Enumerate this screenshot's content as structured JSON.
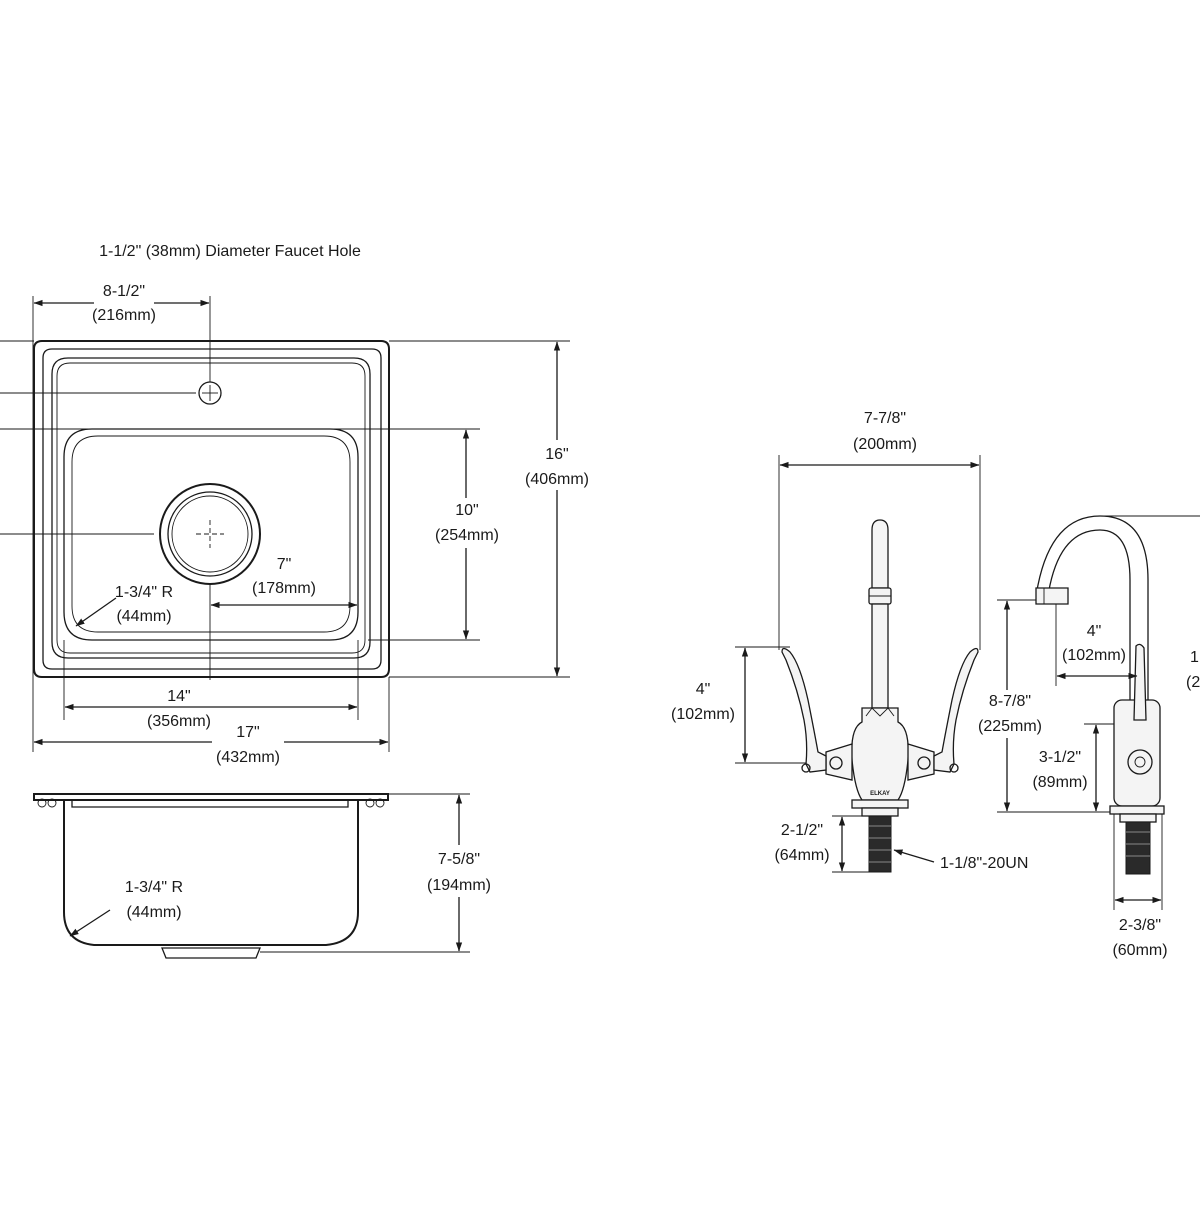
{
  "sink_top_view": {
    "faucet_hole_note": "1-1/2\" (38mm) Diameter Faucet Hole",
    "faucet_offset": {
      "in": "8-1/2\"",
      "mm": "(216mm)"
    },
    "overall_depth": {
      "in": "16\"",
      "mm": "(406mm)"
    },
    "bowl_front_to_back": {
      "in": "10\"",
      "mm": "(254mm)"
    },
    "drain_offset": {
      "in": "7\"",
      "mm": "(178mm)"
    },
    "corner_radius": {
      "in": "1-3/4\" R",
      "mm": "(44mm)"
    },
    "bowl_width": {
      "in": "14\"",
      "mm": "(356mm)"
    },
    "overall_width": {
      "in": "17\"",
      "mm": "(432mm)"
    }
  },
  "sink_side_view": {
    "bowl_depth": {
      "in": "7-5/8\"",
      "mm": "(194mm)"
    },
    "corner_radius": {
      "in": "1-3/4\" R",
      "mm": "(44mm)"
    }
  },
  "faucet_front_view": {
    "handle_span": {
      "in": "7-7/8\"",
      "mm": "(200mm)"
    },
    "handle_height": {
      "in": "4\"",
      "mm": "(102mm)"
    },
    "shank_length": {
      "in": "2-1/2\"",
      "mm": "(64mm)"
    },
    "thread_spec": "1-1/8\"-20UN",
    "brand_mark": "ELKAY"
  },
  "faucet_side_view": {
    "spout_reach": {
      "in": "4\"",
      "mm": "(102mm)"
    },
    "spout_height": {
      "in": "8-7/8\"",
      "mm": "(225mm)"
    },
    "handle_height": {
      "in": "3-1/2\"",
      "mm": "(89mm)"
    },
    "base_diameter": {
      "in": "2-3/8\"",
      "mm": "(60mm)"
    },
    "overall_height_partial": {
      "in": "1",
      "mm": "(2"
    }
  }
}
